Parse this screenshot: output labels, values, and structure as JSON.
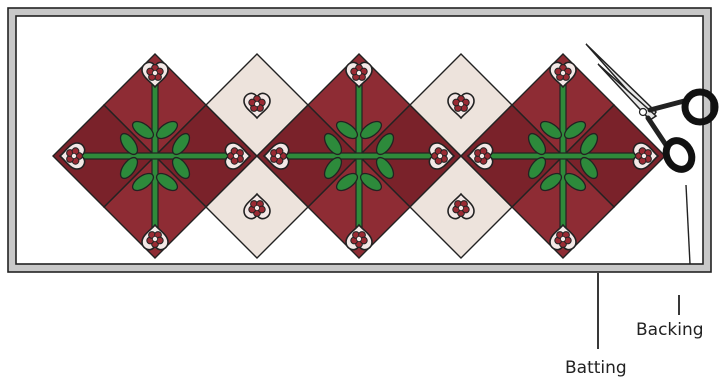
{
  "labels": {
    "backing": "Backing",
    "batting": "Batting"
  },
  "colors": {
    "backing": "#c8c8c8",
    "batting": "#ffffff",
    "outline": "#222222",
    "burgundy": "#8e2c34",
    "burgundy_shadow": "#7a222a",
    "cream": "#ede3dc",
    "stem_green": "#2f8a3a",
    "leaf_green": "#2d8a3b",
    "heart_pink": "#f3e8e6",
    "flower_red": "#9a2a33"
  },
  "icons": {
    "scissors": "scissors-icon",
    "heart": "heart-flower-icon",
    "leaf": "leaf-icon"
  },
  "quilt_blocks": [
    {
      "kind": "flower"
    },
    {
      "kind": "cream-pair"
    },
    {
      "kind": "flower"
    },
    {
      "kind": "cream-pair"
    },
    {
      "kind": "flower"
    }
  ]
}
